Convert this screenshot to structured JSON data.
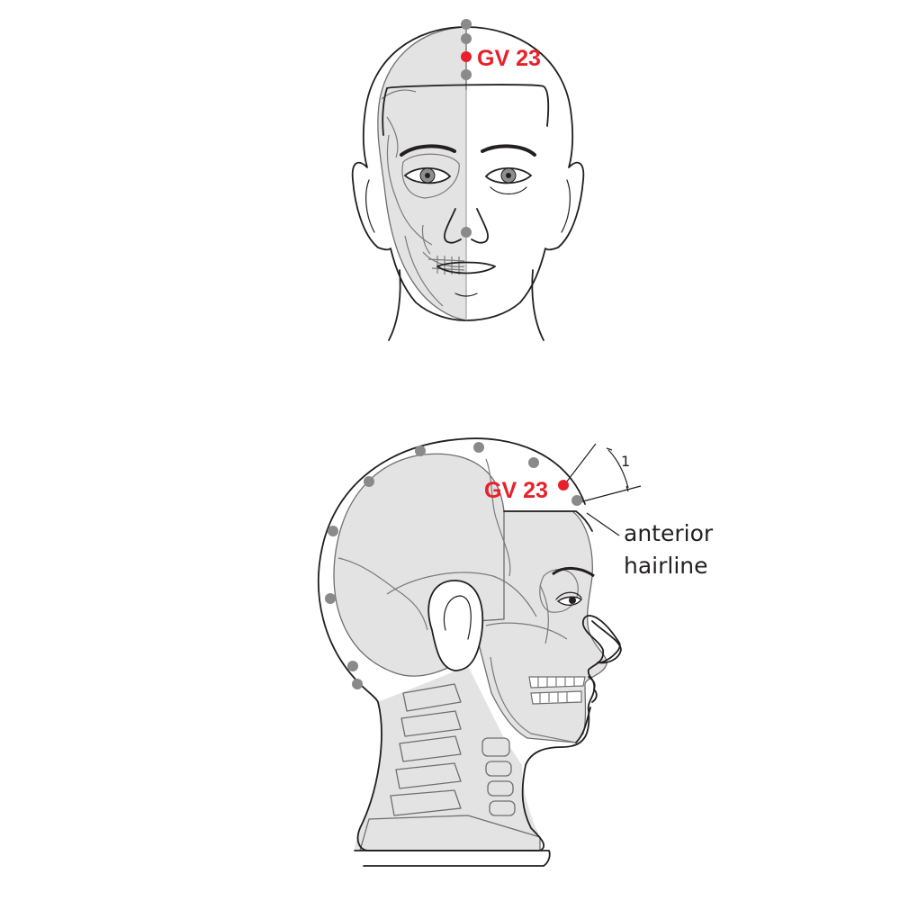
{
  "front_view": {
    "point_label": "GV 23"
  },
  "side_view": {
    "point_label": "GV 23",
    "measure_label": "1",
    "hairline_label_line1": "anterior",
    "hairline_label_line2": "hairline"
  },
  "colors": {
    "acupoint": "#e8202a",
    "other_points": "#8a8a8a",
    "bone_fill": "#e3e3e3",
    "outline": "#231f20"
  }
}
